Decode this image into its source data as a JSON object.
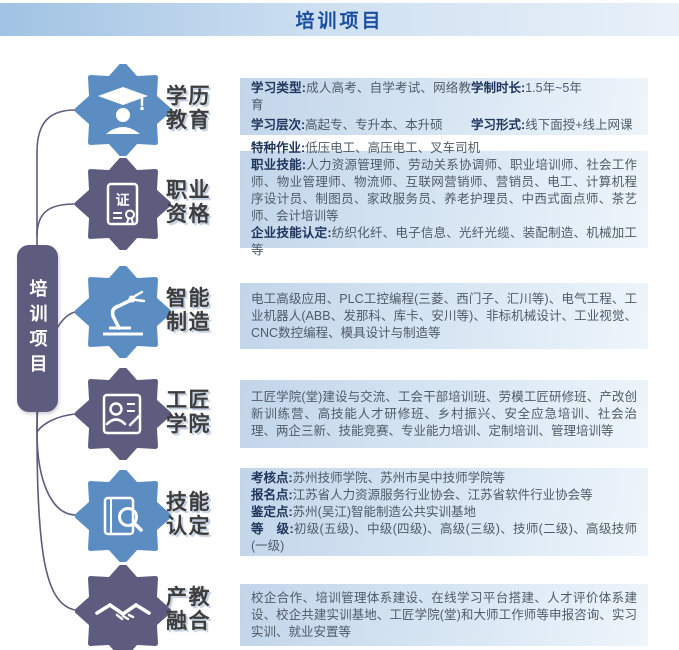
{
  "header": {
    "title": "培训项目"
  },
  "pill": {
    "label": "培训项目"
  },
  "colors": {
    "blue": "#5b8dc2",
    "purple": "#5d5c7e",
    "accent": "#1a4fa0"
  },
  "sections": [
    {
      "id": "xueli-jiaoyu",
      "icon": "graduate-icon",
      "color": "blue",
      "label_line1": "学历",
      "label_line2": "教育",
      "lines": [
        {
          "seg": [
            {
              "b": 1,
              "t": "学习类型:"
            },
            {
              "t": "成人高考、自学考试、网络教育"
            }
          ]
        },
        {
          "seg": [
            {
              "b": 1,
              "t": "学制时长:"
            },
            {
              "t": "1.5年~5年"
            }
          ]
        },
        {
          "seg": [
            {
              "b": 1,
              "t": "学习层次:"
            },
            {
              "t": "高起专、专升本、本升硕"
            }
          ]
        },
        {
          "seg": [
            {
              "b": 1,
              "t": "学习形式:"
            },
            {
              "t": "线下面授+线上网课"
            }
          ]
        }
      ]
    },
    {
      "id": "zhiye-zige",
      "icon": "certificate-icon",
      "color": "purple",
      "label_line1": "职业",
      "label_line2": "资格",
      "lines": [
        {
          "seg": [
            {
              "b": 1,
              "t": "特种作业:"
            },
            {
              "t": "低压电工、高压电工、叉车司机"
            }
          ]
        },
        {
          "seg": [
            {
              "b": 1,
              "t": "职业技能:"
            },
            {
              "t": "人力资源管理师、劳动关系协调师、职业培训师、社会工作师、物业管理师、物流师、互联网营销师、营销员、电工、计算机程序设计员、制图员、家政服务员、养老护理员、中西式面点师、茶艺师、会计培训等"
            }
          ]
        },
        {
          "seg": [
            {
              "b": 1,
              "t": "企业技能认定:"
            },
            {
              "t": "纺织化纤、电子信息、光纤光缆、装配制造、机械加工等"
            }
          ]
        }
      ]
    },
    {
      "id": "zhineng-zhizao",
      "icon": "robot-arm-icon",
      "color": "blue",
      "label_line1": "智能",
      "label_line2": "制造",
      "lines": [
        {
          "seg": [
            {
              "t": "电工高级应用、PLC工控编程(三菱、西门子、汇川等)、电气工程、工业机器人(ABB、发那科、库卡、安川等)、非标机械设计、工业视觉、CNC数控编程、模具设计与制造等"
            }
          ]
        }
      ]
    },
    {
      "id": "gongjiang-xueyuan",
      "icon": "craftsman-icon",
      "color": "purple",
      "label_line1": "工匠",
      "label_line2": "学院",
      "lines": [
        {
          "seg": [
            {
              "t": "工匠学院(堂)建设与交流、工会干部培训班、劳模工匠研修班、产改创新训练营、高技能人才研修班、乡村振兴、安全应急培训、社会治理、两企三新、技能竞赛、专业能力培训、定制培训、管理培训等"
            }
          ]
        }
      ]
    },
    {
      "id": "jineng-rending",
      "icon": "book-magnifier-icon",
      "color": "blue",
      "label_line1": "技能",
      "label_line2": "认定",
      "lines": [
        {
          "seg": [
            {
              "b": 1,
              "t": "考核点:"
            },
            {
              "t": "苏州技师学院、苏州市吴中技师学院等"
            }
          ]
        },
        {
          "seg": [
            {
              "b": 1,
              "t": "报名点:"
            },
            {
              "t": "江苏省人力资源服务行业协会、江苏省软件行业协会等"
            }
          ]
        },
        {
          "seg": [
            {
              "b": 1,
              "t": "鉴定点:"
            },
            {
              "t": "苏州(吴江)智能制造公共实训基地"
            }
          ]
        },
        {
          "seg": [
            {
              "b": 1,
              "t": "等　级:"
            },
            {
              "t": "初级(五级)、中级(四级)、高级(三级)、技师(二级)、高级技师(一级)"
            }
          ]
        }
      ]
    },
    {
      "id": "chanjiao-ronghe",
      "icon": "handshake-icon",
      "color": "purple",
      "label_line1": "产教",
      "label_line2": "融合",
      "lines": [
        {
          "seg": [
            {
              "t": "校企合作、培训管理体系建设、在线学习平台搭建、人才评价体系建设、校企共建实训基地、工匠学院(堂)和大师工作师等申报咨询、实习实训、就业安置等"
            }
          ]
        }
      ]
    }
  ]
}
